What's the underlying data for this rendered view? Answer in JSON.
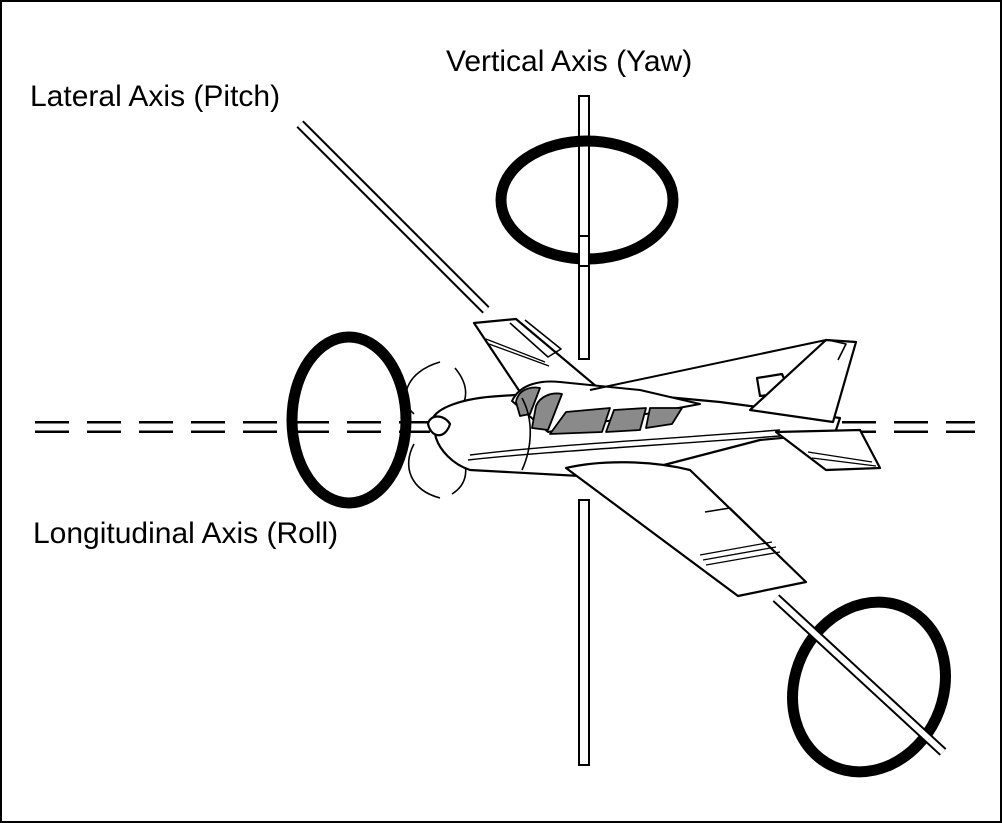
{
  "labels": {
    "vertical_axis": "Vertical Axis (Yaw)",
    "lateral_axis": "Lateral Axis (Pitch)",
    "longitudinal_axis": "Longitudinal Axis (Roll)"
  },
  "colors": {
    "line": "#000000",
    "background": "#ffffff",
    "window": "#8a8a8a"
  }
}
